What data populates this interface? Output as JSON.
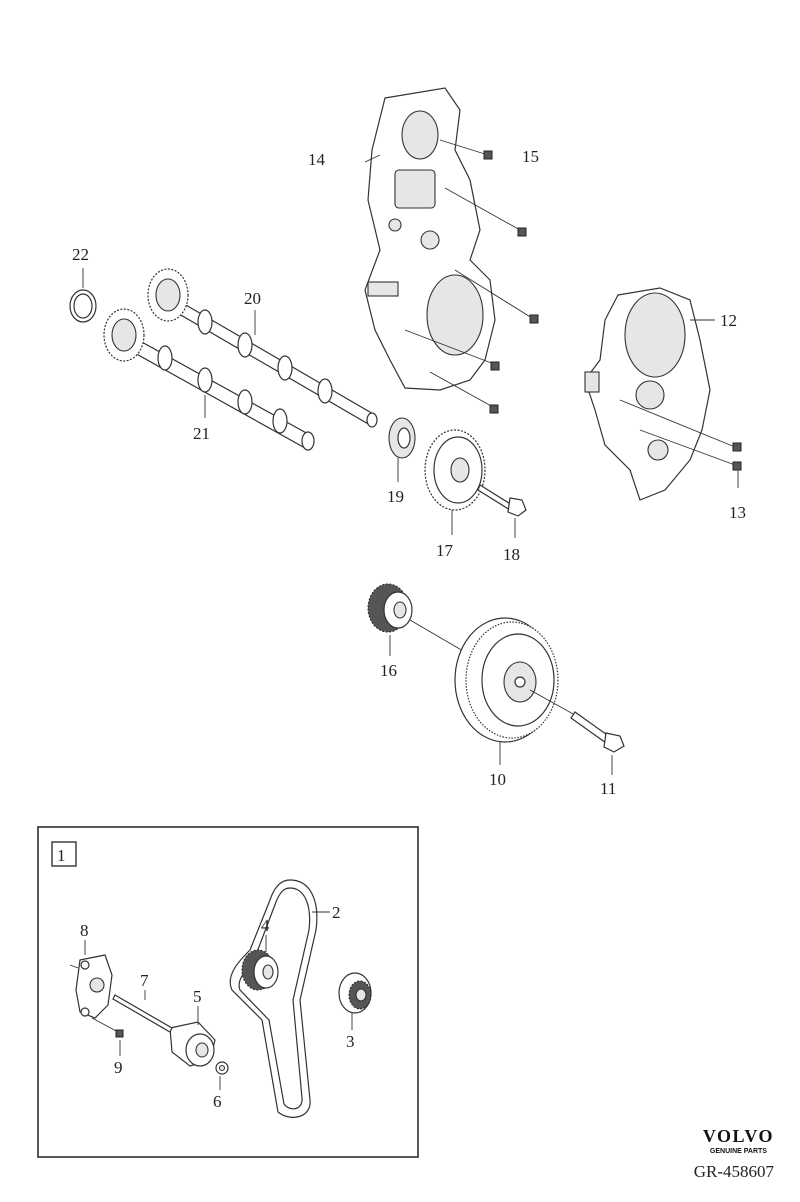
{
  "callouts": {
    "c1": "1",
    "c2": "2",
    "c3": "3",
    "c4": "4",
    "c5": "5",
    "c6": "6",
    "c7": "7",
    "c8": "8",
    "c9": "9",
    "c10": "10",
    "c11": "11",
    "c12": "12",
    "c13": "13",
    "c14": "14",
    "c15": "15",
    "c16": "16",
    "c17": "17",
    "c18": "18",
    "c19": "19",
    "c20": "20",
    "c21": "21",
    "c22": "22"
  },
  "brand": {
    "logo": "VOLVO",
    "subtitle": "GENUINE PARTS"
  },
  "reference": "GR-458607"
}
